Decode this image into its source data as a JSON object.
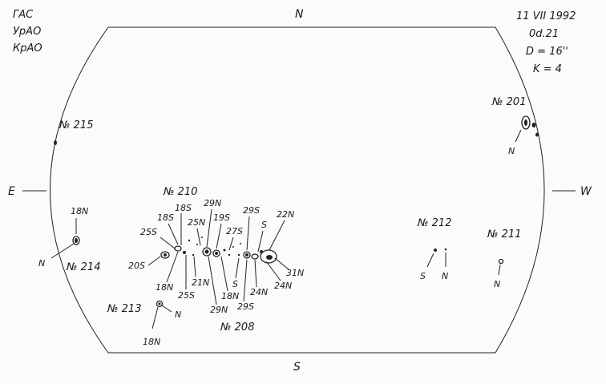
{
  "observatory": {
    "lines": [
      "ГАС",
      "УрАО",
      "КрАО"
    ]
  },
  "observation": {
    "date": "11 VII 1992",
    "time": "0d.21",
    "diameter": "D = 16''",
    "k": "K = 4"
  },
  "directions": {
    "north": "N",
    "south": "S",
    "east": "E",
    "west": "W"
  },
  "groups": {
    "g201": "№ 201",
    "g208": "№ 208",
    "g210": "№ 210",
    "g211": "№ 211",
    "g212": "№ 212",
    "g213": "№ 213",
    "g214": "№ 214",
    "g215": "№ 215"
  },
  "labels": {
    "n201": "N",
    "n214_18n": "18N",
    "n214_n": "N",
    "l18s_a": "18S",
    "l18s_b": "18S",
    "l25s_a": "25S",
    "l25n_a": "25N",
    "l29n_a": "29N",
    "l19s": "19S",
    "l27s": "27S",
    "l29s_a": "29S",
    "ls_a": "S",
    "l22n": "22N",
    "l20s": "20S",
    "l21n": "21N",
    "l18n_a": "18N",
    "l25s_b": "25S",
    "l29n_b": "29N",
    "l18n_b": "18N",
    "ls_b": "S",
    "l29s_b": "29S",
    "l24n_a": "24N",
    "l24n_b": "24N",
    "l31n": "31N",
    "n213_n": "N",
    "n213_18n": "18N",
    "n212_s": "S",
    "n212_n": "N",
    "n211_n": "N"
  }
}
